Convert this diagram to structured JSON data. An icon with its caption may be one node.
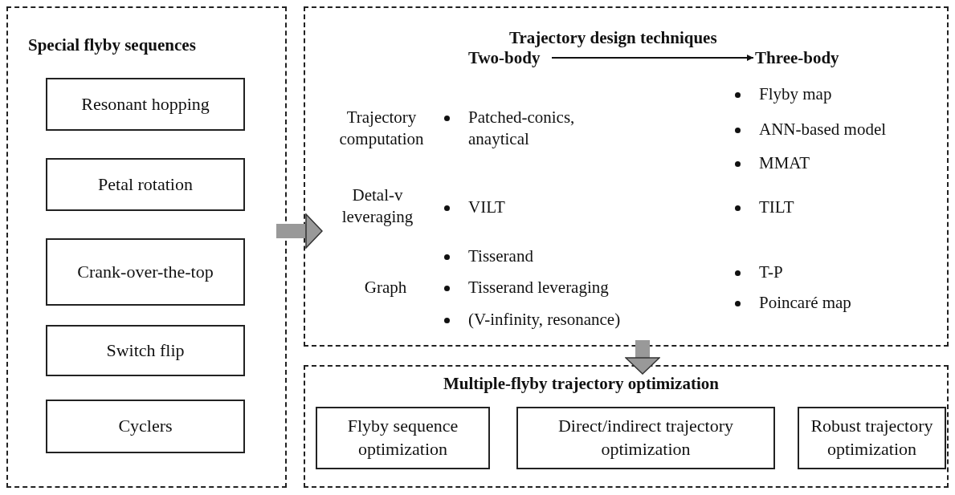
{
  "diagram": {
    "nodes": [
      {
        "text": [
          "Special flyby sequences"
        ]
      },
      {
        "text": [
          "Resonant hopping"
        ],
        "in": 0
      },
      {
        "text": [
          "Petal rotation"
        ],
        "in": 0
      },
      {
        "text": [
          "Crank-over-the-top"
        ],
        "in": 0
      },
      {
        "text": [
          "Switch flip"
        ],
        "in": 0
      },
      {
        "text": [
          "Cyclers"
        ],
        "in": 0
      },
      {
        "text": [
          "Trajectory design techniques"
        ]
      },
      {
        "text": [
          "Two-body"
        ],
        "in": 6
      },
      {
        "text": [
          "Three-body"
        ],
        "in": 6
      },
      {
        "text": [
          "Multiple-flyby trajectory optimization"
        ]
      },
      {
        "text": [
          "Flyby sequence optimization"
        ],
        "in": 9
      },
      {
        "text": [
          "Direct/indirect trajectory optimization"
        ],
        "in": 9
      },
      {
        "text": [
          "Robust trajectory optimization"
        ],
        "in": 9
      }
    ],
    "edges": [
      {
        "from": 0,
        "to": 6,
        "arrow": "to"
      },
      {
        "from": 7,
        "to": 8,
        "arrow": "to",
        "color": "#111111"
      },
      {
        "from": 6,
        "to": 9,
        "arrow": "to"
      }
    ],
    "labels": [
      "Trajectory computation",
      "Patched-conics, anaytical",
      "Flyby map",
      "ANN-based model",
      "MMAT",
      "Detal-v leveraging",
      "VILT",
      "TILT",
      "Tisserand",
      "T-P",
      "Graph",
      "Tisserand leveraging",
      "Poincaré map",
      "(V-infinity, resonance)"
    ]
  }
}
